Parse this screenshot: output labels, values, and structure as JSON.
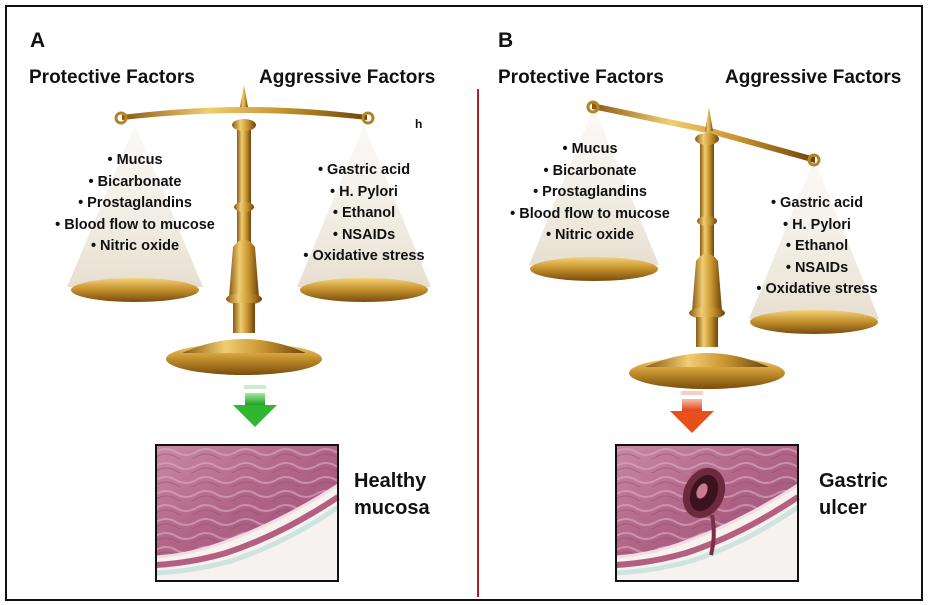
{
  "panels": [
    {
      "label": "A",
      "protective_header": "Protective  Factors",
      "aggressive_header": "Aggressive  Factors",
      "protective_factors": [
        "• Mucus",
        "• Bicarbonate",
        "• Prostaglandins",
        "• Blood flow to mucose",
        "• Nitric oxide"
      ],
      "aggressive_factors": [
        "• Gastric acid",
        "• H. Pylori",
        "• Ethanol",
        "• NSAIDs",
        "• Oxidative stress"
      ],
      "stray_mark": "h",
      "outcome_line1": "Healthy",
      "outcome_line2": "mucosa"
    },
    {
      "label": "B",
      "protective_header": "Protective  Factors",
      "aggressive_header": "Aggressive  Factors",
      "protective_factors": [
        "• Mucus",
        "• Bicarbonate",
        "• Prostaglandins",
        "• Blood flow to mucose",
        "• Nitric oxide"
      ],
      "aggressive_factors": [
        "• Gastric acid",
        "• H. Pylori",
        "• Ethanol",
        "• NSAIDs",
        "• Oxidative stress"
      ],
      "outcome_line1": "Gastric",
      "outcome_line2": "ulcer"
    }
  ],
  "colors": {
    "brass": "#c8952f",
    "brass_dark": "#8a5a12",
    "divider": "#b0221f",
    "arrow_healthy": "#2fb82f",
    "arrow_ulcer": "#e8501a",
    "mucosa": "#b86a8a"
  }
}
